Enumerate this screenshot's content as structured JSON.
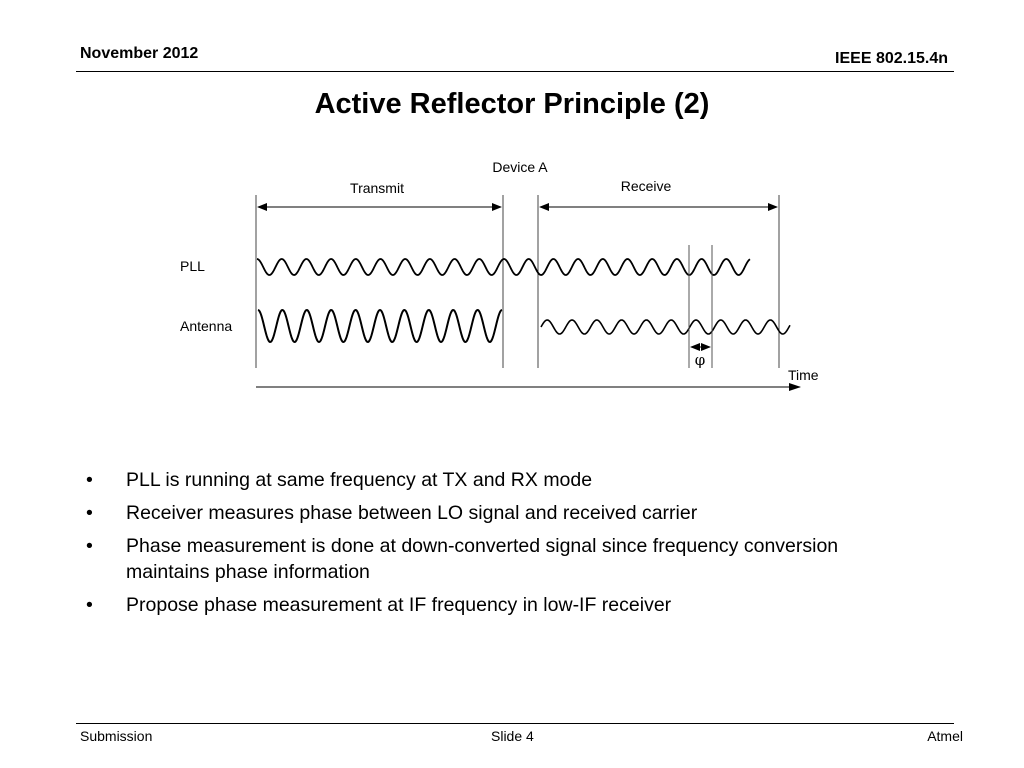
{
  "header": {
    "date": "November 2012",
    "standard": "IEEE 802.15.4n"
  },
  "title": "Active Reflector Principle (2)",
  "diagram": {
    "device_label": "Device A",
    "transmit_label": "Transmit",
    "receive_label": "Receive",
    "pll_label": "PLL",
    "antenna_label": "Antenna",
    "phase_symbol": "φ",
    "time_label": "Time"
  },
  "bullets": [
    {
      "marker": "•",
      "text": "PLL is running at same frequency at TX and RX mode"
    },
    {
      "marker": "•",
      "text": "Receiver measures phase between LO signal and received carrier"
    },
    {
      "marker": "•",
      "text": "Phase measurement is done at down-converted signal since frequency conversion maintains phase information"
    },
    {
      "marker": "•",
      "text": "Propose phase measurement at IF frequency in low-IF receiver"
    }
  ],
  "footer": {
    "left": "Submission",
    "center": "Slide 4",
    "right": "Atmel"
  }
}
